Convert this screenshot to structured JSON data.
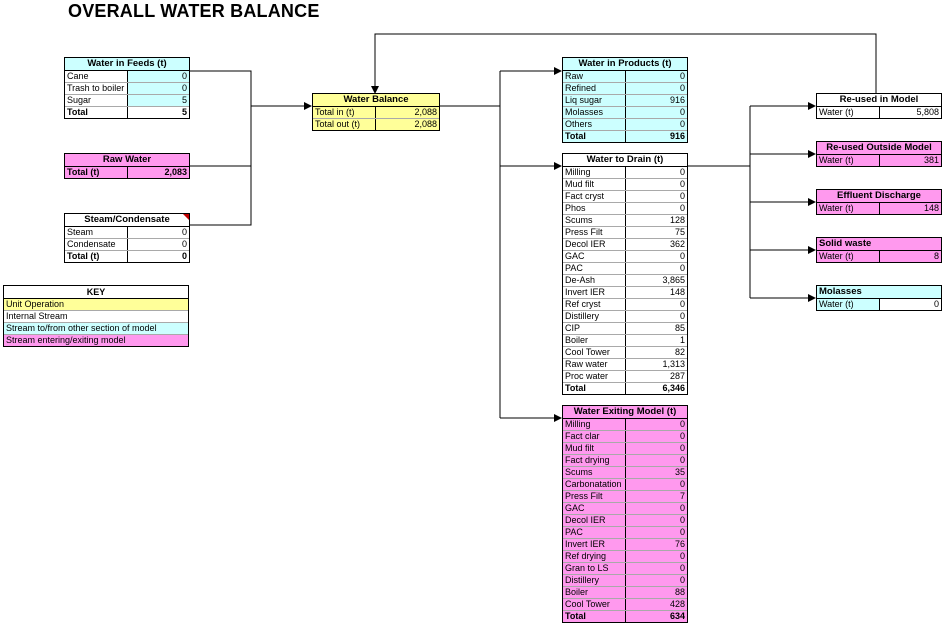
{
  "title": "OVERALL WATER BALANCE",
  "colors": {
    "cyan": "#ccffff",
    "pink": "#ff99ee",
    "yellow": "#ffff99",
    "white": "#ffffff"
  },
  "feeds": {
    "header": "Water in Feeds (t)",
    "rows": [
      {
        "label": "Cane",
        "value": "0"
      },
      {
        "label": "Trash to boiler",
        "value": "0"
      },
      {
        "label": "Sugar",
        "value": "5"
      }
    ],
    "total_label": "Total",
    "total_value": "5"
  },
  "raw_water": {
    "header": "Raw Water",
    "total_label": "Total (t)",
    "total_value": "2,083"
  },
  "steam": {
    "header": "Steam/Condensate",
    "rows": [
      {
        "label": "Steam",
        "value": "0"
      },
      {
        "label": "Condensate",
        "value": "0"
      }
    ],
    "total_label": "Total (t)",
    "total_value": "0"
  },
  "balance": {
    "header": "Water Balance",
    "rows": [
      {
        "label": "Total in (t)",
        "value": "2,088"
      },
      {
        "label": "Total out (t)",
        "value": "2,088"
      }
    ]
  },
  "key": {
    "header": "KEY",
    "items": [
      "Unit Operation",
      "Internal Stream",
      "Stream to/from other section of model",
      "Stream entering/exiting model"
    ]
  },
  "products": {
    "header": "Water in Products (t)",
    "rows": [
      {
        "label": "Raw",
        "value": "0"
      },
      {
        "label": "Refined",
        "value": "0"
      },
      {
        "label": "Liq sugar",
        "value": "916"
      },
      {
        "label": "Molasses",
        "value": "0"
      },
      {
        "label": "Others",
        "value": "0"
      }
    ],
    "total_label": "Total",
    "total_value": "916"
  },
  "drain": {
    "header": "Water to Drain (t)",
    "rows": [
      {
        "label": "Milling",
        "value": "0"
      },
      {
        "label": "Mud filt",
        "value": "0"
      },
      {
        "label": "Fact cryst",
        "value": "0"
      },
      {
        "label": "Phos",
        "value": "0"
      },
      {
        "label": "Scums",
        "value": "128"
      },
      {
        "label": "Press Filt",
        "value": "75"
      },
      {
        "label": "Decol IER",
        "value": "362"
      },
      {
        "label": "GAC",
        "value": "0"
      },
      {
        "label": "PAC",
        "value": "0"
      },
      {
        "label": "De-Ash",
        "value": "3,865"
      },
      {
        "label": "Invert IER",
        "value": "148"
      },
      {
        "label": "Ref cryst",
        "value": "0"
      },
      {
        "label": "Distillery",
        "value": "0"
      },
      {
        "label": "CIP",
        "value": "85"
      },
      {
        "label": "Boiler",
        "value": "1"
      },
      {
        "label": "Cool Tower",
        "value": "82"
      },
      {
        "label": "Raw water",
        "value": "1,313"
      },
      {
        "label": "Proc water",
        "value": "287"
      }
    ],
    "total_label": "Total",
    "total_value": "6,346"
  },
  "exiting": {
    "header": "Water Exiting Model (t)",
    "rows": [
      {
        "label": "Milling",
        "value": "0"
      },
      {
        "label": "Fact clar",
        "value": "0"
      },
      {
        "label": "Mud filt",
        "value": "0"
      },
      {
        "label": "Fact drying",
        "value": "0"
      },
      {
        "label": "Scums",
        "value": "35"
      },
      {
        "label": "Carbonatation",
        "value": "0"
      },
      {
        "label": "Press Filt",
        "value": "7"
      },
      {
        "label": "GAC",
        "value": "0"
      },
      {
        "label": "Decol IER",
        "value": "0"
      },
      {
        "label": "PAC",
        "value": "0"
      },
      {
        "label": "Invert IER",
        "value": "76"
      },
      {
        "label": "Ref drying",
        "value": "0"
      },
      {
        "label": "Gran to LS",
        "value": "0"
      },
      {
        "label": "Distillery",
        "value": "0"
      },
      {
        "label": "Boiler",
        "value": "88"
      },
      {
        "label": "Cool Tower",
        "value": "428"
      }
    ],
    "total_label": "Total",
    "total_value": "634"
  },
  "reused_model": {
    "header": "Re-used in Model",
    "label": "Water (t)",
    "value": "5,808"
  },
  "reused_outside": {
    "header": "Re-used Outside Model",
    "label": "Water (t)",
    "value": "381"
  },
  "effluent": {
    "header": "Effluent Discharge",
    "label": "Water (t)",
    "value": "148"
  },
  "solid_waste": {
    "header": "Solid waste",
    "label": "Water (t)",
    "value": "8"
  },
  "molasses": {
    "header": "Molasses",
    "label": "Water (t)",
    "value": "0"
  }
}
